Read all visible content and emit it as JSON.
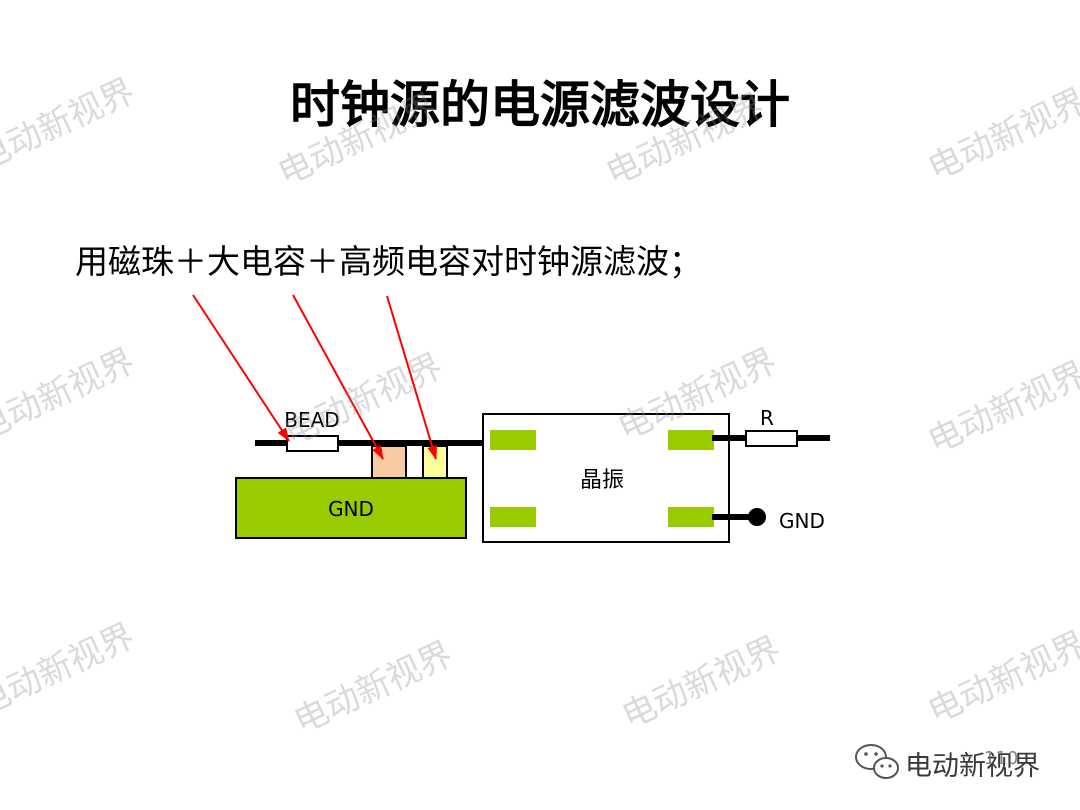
{
  "slide": {
    "title": "时钟源的电源滤波设计",
    "subtitle": "用磁珠＋大电容＋高频电容对时钟源滤波；",
    "page_number": "110"
  },
  "diagram": {
    "bead_label": "BEAD",
    "gnd_block_label": "GND",
    "crystal_label": "晶振",
    "resistor_label": "R",
    "gnd_terminal_label": "GND",
    "colors": {
      "gnd_fill": "#99cc00",
      "pad_fill": "#99cc00",
      "cap_large_fill": "#f8cba4",
      "cap_hf_fill": "#ffff99",
      "arrow": "#ff0000",
      "wire": "#000000"
    }
  },
  "watermark": {
    "text": "电动新视界"
  },
  "footer": {
    "logo_icon": "wechat-icon",
    "brand": "电动新视界"
  }
}
